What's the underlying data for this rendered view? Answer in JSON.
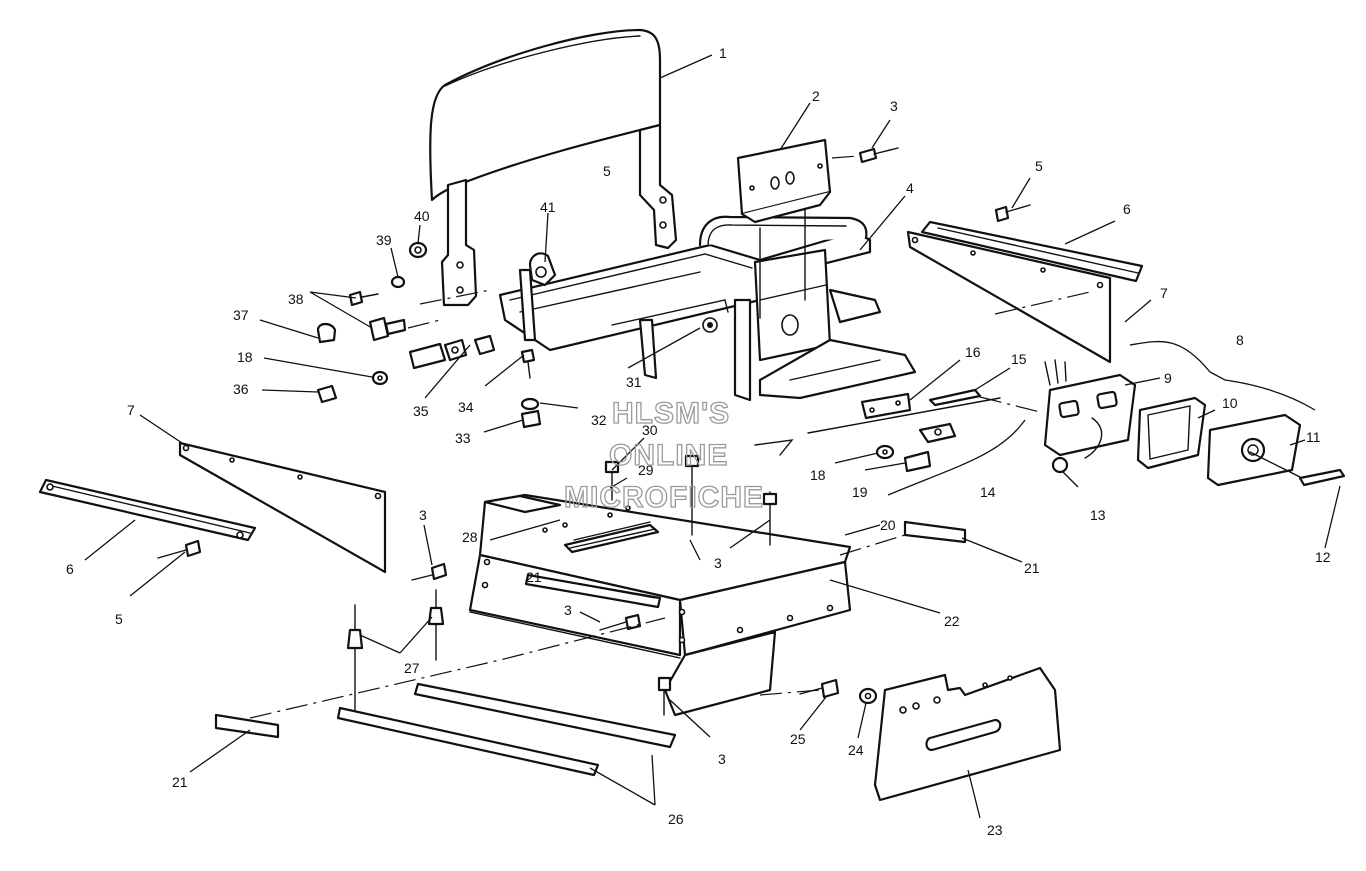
{
  "watermark": {
    "line1": "HLSM'S",
    "line2": "ONLINE",
    "line3": "MICROFICHE"
  },
  "callouts": [
    {
      "id": "c1",
      "text": "1"
    },
    {
      "id": "c2",
      "text": "2"
    },
    {
      "id": "c3a",
      "text": "3"
    },
    {
      "id": "c4",
      "text": "4"
    },
    {
      "id": "c5a",
      "text": "5"
    },
    {
      "id": "c5b",
      "text": "5"
    },
    {
      "id": "c6a",
      "text": "6"
    },
    {
      "id": "c7a",
      "text": "7"
    },
    {
      "id": "c8",
      "text": "8"
    },
    {
      "id": "c9",
      "text": "9"
    },
    {
      "id": "c10",
      "text": "10"
    },
    {
      "id": "c11",
      "text": "11"
    },
    {
      "id": "c12",
      "text": "12"
    },
    {
      "id": "c13",
      "text": "13"
    },
    {
      "id": "c14",
      "text": "14"
    },
    {
      "id": "c15",
      "text": "15"
    },
    {
      "id": "c16",
      "text": "16"
    },
    {
      "id": "c18a",
      "text": "18"
    },
    {
      "id": "c19",
      "text": "19"
    },
    {
      "id": "c41",
      "text": "41"
    },
    {
      "id": "c40",
      "text": "40"
    },
    {
      "id": "c39",
      "text": "39"
    },
    {
      "id": "c38",
      "text": "38"
    },
    {
      "id": "c37",
      "text": "37"
    },
    {
      "id": "c18b",
      "text": "18"
    },
    {
      "id": "c36",
      "text": "36"
    },
    {
      "id": "c35",
      "text": "35"
    },
    {
      "id": "c34",
      "text": "34"
    },
    {
      "id": "c31",
      "text": "31"
    },
    {
      "id": "c32",
      "text": "32"
    },
    {
      "id": "c33",
      "text": "33"
    },
    {
      "id": "c30",
      "text": "30"
    },
    {
      "id": "c29",
      "text": "29"
    },
    {
      "id": "c7b",
      "text": "7"
    },
    {
      "id": "c6b",
      "text": "6"
    },
    {
      "id": "c5c",
      "text": "5"
    },
    {
      "id": "c3b",
      "text": "3"
    },
    {
      "id": "c28",
      "text": "28"
    },
    {
      "id": "c3c",
      "text": "3"
    },
    {
      "id": "c21a",
      "text": "21"
    },
    {
      "id": "c20",
      "text": "20"
    },
    {
      "id": "c21b",
      "text": "21"
    },
    {
      "id": "c22",
      "text": "22"
    },
    {
      "id": "c3d",
      "text": "3"
    },
    {
      "id": "c27",
      "text": "27"
    },
    {
      "id": "c3e",
      "text": "3"
    },
    {
      "id": "c25",
      "text": "25"
    },
    {
      "id": "c24",
      "text": "24"
    },
    {
      "id": "c21c",
      "text": "21"
    },
    {
      "id": "c26",
      "text": "26"
    },
    {
      "id": "c23",
      "text": "23"
    }
  ]
}
